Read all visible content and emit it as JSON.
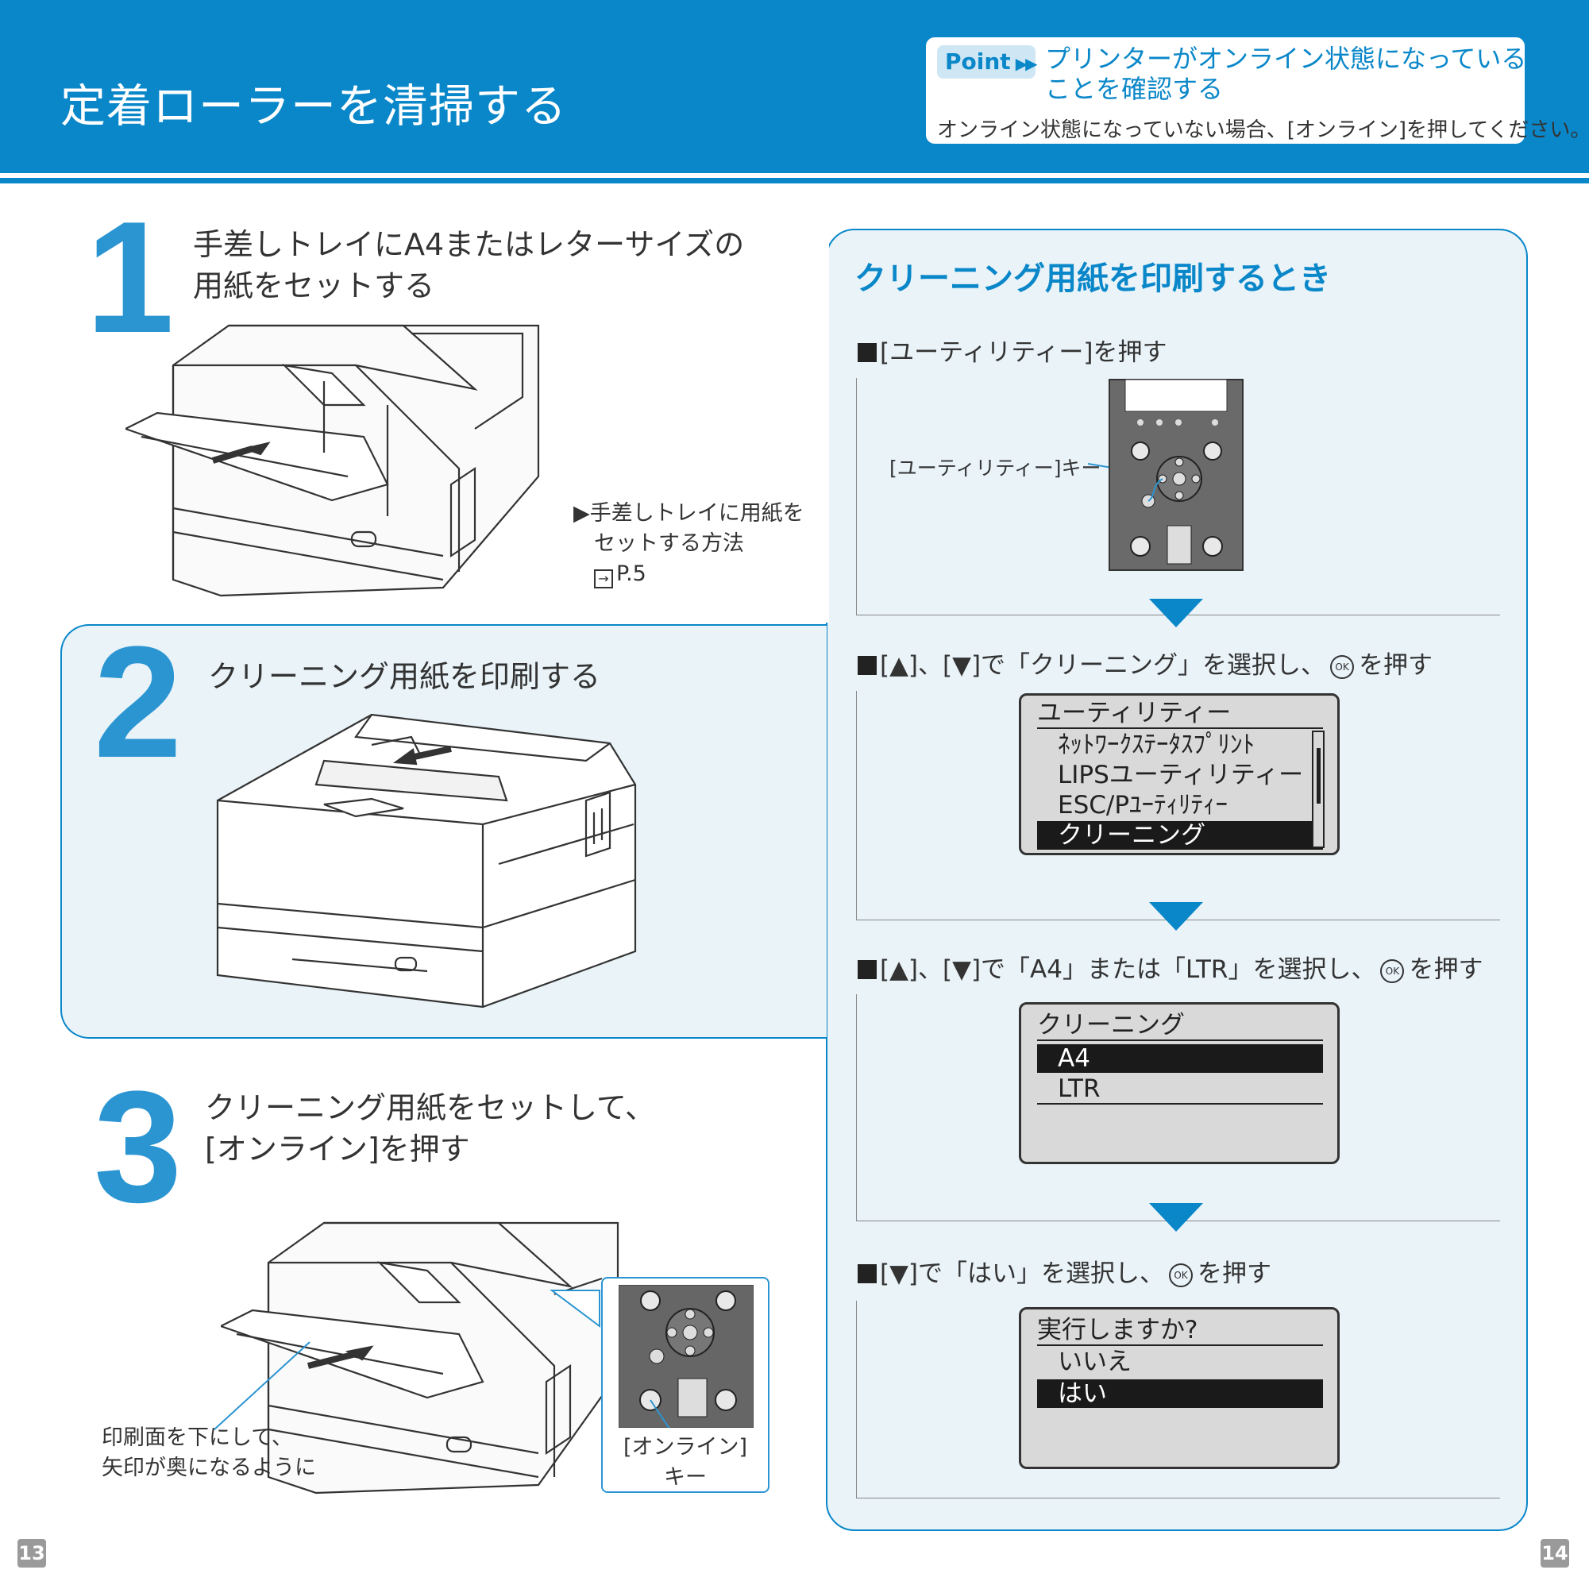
{
  "header": {
    "title": "定着ローラーを清掃する",
    "point_badge": "Point",
    "point_heading_line1": "プリンターがオンライン状態になっている",
    "point_heading_line2": "ことを確認する",
    "point_body": "オンライン状態になっていない場合、[オンライン]を押してください。"
  },
  "step1": {
    "number": "1",
    "text_line1": "手差しトレイにA4またはレターサイズの",
    "text_line2": "用紙をセットする",
    "ref_line1": "▶手差しトレイに用紙を",
    "ref_line2": "セットする方法",
    "ref_page": "P.5"
  },
  "step2": {
    "number": "2",
    "text": "クリーニング用紙を印刷する"
  },
  "step3": {
    "number": "3",
    "text_line1": "クリーニング用紙をセットして、",
    "text_line2": "[オンライン]を押す",
    "note_line1": "印刷面を下にして、",
    "note_line2": "矢印が奥になるように",
    "key_label_line1": "[オンライン]",
    "key_label_line2": "キー"
  },
  "right": {
    "title": "クリーニング用紙を印刷するとき",
    "sub1": "[ユーティリティー]を押す",
    "utility_key_label": "[ユーティリティー]キー",
    "sub2_a": "[▲]、[▼]で「クリーニング」を選択し、",
    "sub2_b": "を押す",
    "lcd1": {
      "title": "ユーティリティー",
      "items": [
        "ﾈｯﾄﾜｰｸｽﾃｰﾀｽﾌﾟﾘﾝﾄ",
        "LIPSユーティリティー",
        "ESC/Pﾕｰﾃｨﾘﾃｨｰ",
        "クリーニング"
      ]
    },
    "sub3_a": "[▲]、[▼]で「A4」または「LTR」を選択し、",
    "sub3_b": "を押す",
    "lcd2": {
      "title": "クリーニング",
      "items": [
        "A4",
        "LTR"
      ]
    },
    "sub4_a": "[▼]で「はい」を選択し、",
    "sub4_b": "を押す",
    "lcd3": {
      "title": "実行しますか?",
      "items": [
        "いいえ",
        "はい"
      ]
    },
    "ok_glyph": "OK"
  },
  "pages": {
    "left": "13",
    "right": "14"
  }
}
